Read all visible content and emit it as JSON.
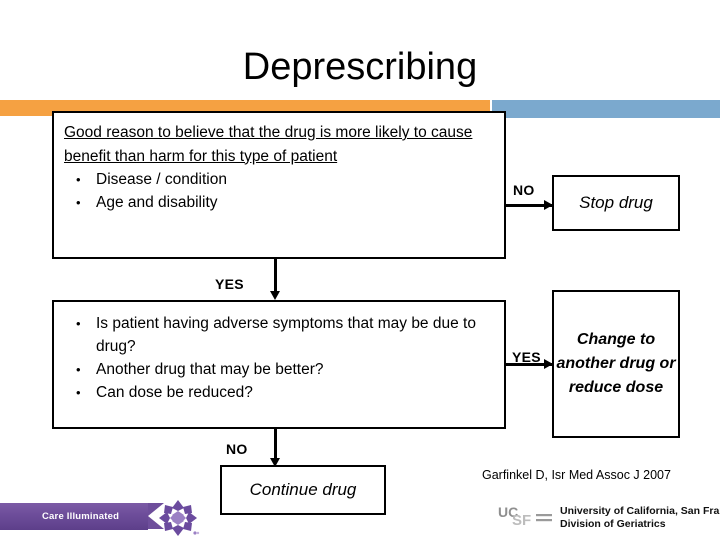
{
  "slide": {
    "title": "Deprescribing"
  },
  "accents": {
    "orange": "#f5a142",
    "blue": "#7ba9ce"
  },
  "flowchart": {
    "criteria_box": {
      "heading": "Good reason to believe that the drug is more likely to cause benefit than harm for this type of patient",
      "bullets": [
        "Disease / condition",
        "Age and disability"
      ]
    },
    "questions_box": {
      "bullets": [
        "Is patient having adverse symptoms that may be due to drug?",
        "Another drug that may be better?",
        "Can dose be reduced?"
      ]
    },
    "stop_drug_box": {
      "text": "Stop drug"
    },
    "change_drug_box": {
      "text": "Change to another drug or reduce dose"
    },
    "continue_drug_box": {
      "text": "Continue drug"
    },
    "branch_labels": {
      "criteria_no": "NO",
      "criteria_yes": "YES",
      "questions_yes": "YES",
      "questions_no": "NO"
    }
  },
  "citation": "Garfinkel D, Isr Med Assoc J 2007",
  "footer": {
    "banner_label": "Care Illuminated",
    "banner_color": "#6e4e9b",
    "logo_icon": "diamond-starburst-icon",
    "ucsf_logo_text": "UCSF",
    "ucsf_line1": "University of California, San Francisco",
    "ucsf_line2": "Division of Geriatrics"
  }
}
